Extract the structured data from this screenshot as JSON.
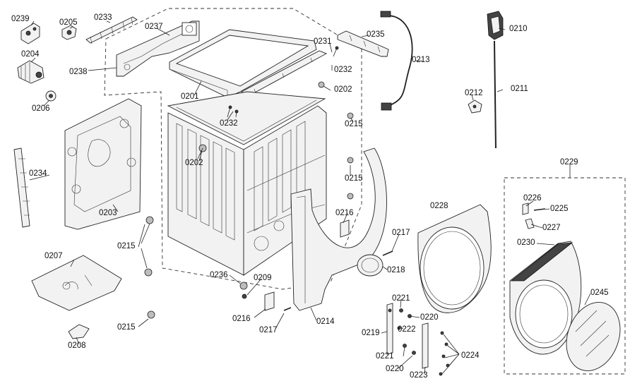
{
  "part_labels": {
    "p0239": "0239",
    "p0205": "0205",
    "p0233": "0233",
    "p0237": "0237",
    "p0204": "0204",
    "p0238": "0238",
    "p0206": "0206",
    "p0231": "0231",
    "p0232a": "0232",
    "p0235": "0235",
    "p0213": "0213",
    "p0210": "0210",
    "p0201": "0201",
    "p0202a": "0202",
    "p0212": "0212",
    "p0211": "0211",
    "p0215a": "0215",
    "p0232b": "0232",
    "p0234": "0234",
    "p0202b": "0202",
    "p0229": "0229",
    "p0215b": "0215",
    "p0203": "0203",
    "p0226": "0226",
    "p0225": "0225",
    "p0228": "0228",
    "p0216a": "0216",
    "p0227": "0227",
    "p0217a": "0217",
    "p0230": "0230",
    "p0207": "0207",
    "p0215c": "0215",
    "p0218": "0218",
    "p0236": "0236",
    "p0209": "0209",
    "p0245": "0245",
    "p0221a": "0221",
    "p0216b": "0216",
    "p0217b": "0217",
    "p0214": "0214",
    "p0220a": "0220",
    "p0222": "0222",
    "p0215d": "0215",
    "p0219": "0219",
    "p0208": "0208",
    "p0224": "0224",
    "p0221b": "0221",
    "p0220b": "0220",
    "p0223": "0223"
  },
  "colors": {
    "line": "#222222",
    "fill": "#f2f2f2",
    "background": "#ffffff"
  }
}
